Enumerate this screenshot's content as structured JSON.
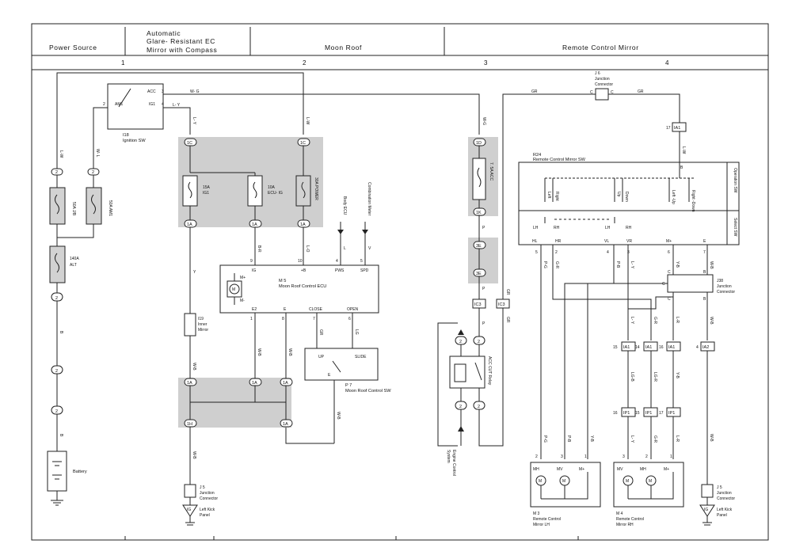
{
  "header": {
    "sections": [
      "Power Source",
      "Automatic",
      "Glare- Resistant EC",
      "Mirror with Compass",
      "Moon Roof",
      "Remote Control Mirror"
    ],
    "columns": [
      "1",
      "2",
      "3",
      "4"
    ]
  },
  "components": {
    "ignition_sw": {
      "name": "I18",
      "desc": "Ignition SW",
      "pins": [
        "ACC",
        "AM1",
        "IG1",
        "3",
        "2",
        "4"
      ]
    },
    "ig_fuse": {
      "rating": "15A",
      "name": "IG1"
    },
    "ecu_ig_fuse": {
      "rating": "10A",
      "name": "ECU- IG"
    },
    "power_fuse": {
      "rating": "30A POWER"
    },
    "acc_fuse": {
      "rating": "7. 5A ACC"
    },
    "am1_fuse": {
      "rating": "50A AM1"
    },
    "jb_fuse": {
      "rating": "50A J/B"
    },
    "alt_fuse": {
      "rating": "140A",
      "name": "ALT"
    },
    "battery": {
      "label": "Battery"
    },
    "inner_mirror": {
      "name": "I19",
      "desc1": "Inner",
      "desc2": "Mirror"
    },
    "moonroof_ecu": {
      "name": "M 5",
      "desc": "Moon Roof Control ECU",
      "pins": [
        "IG",
        "+B",
        "PWS",
        "SPD",
        "E2",
        "E",
        "CLOSE",
        "OPEN",
        "M+",
        "M-"
      ]
    },
    "moonroof_sw": {
      "name": "P 7",
      "desc": "Moon Roof Control SW",
      "pins": [
        "UP",
        "SLIDE",
        "E"
      ]
    },
    "acc_relay": {
      "desc": "ACC CUT Relay"
    },
    "engine_control": {
      "label1": "Engine Control",
      "label2": "System"
    },
    "body_ecu": {
      "label": "Body ECU"
    },
    "combination_meter": {
      "label": "Combination Meter"
    },
    "j6": {
      "name": "J 6",
      "desc1": "Junction",
      "desc2": "Connector"
    },
    "j38": {
      "name": "J38",
      "desc1": "Junction",
      "desc2": "Connector"
    },
    "j5_left": {
      "name": "J 5",
      "desc1": "Junction",
      "desc2": "Connector",
      "ground": "IG",
      "kick1": "Left Kick",
      "kick2": "Panel"
    },
    "j5_right": {
      "name": "J 5",
      "desc1": "Junction",
      "desc2": "Connector",
      "ground": "IG",
      "kick1": "Left Kick",
      "kick2": "Panel"
    },
    "mirror_sw": {
      "name": "R24",
      "desc": "Remote Control Mirror SW",
      "op_label": "Operation SW",
      "sel_label": "Select SW",
      "op_pos": [
        "Left",
        "Right",
        "Up",
        "Down",
        "Left -Up",
        "Right -Down"
      ],
      "sel_pins": [
        "LH",
        "RH",
        "LH",
        "RH"
      ],
      "terms": [
        "HL",
        "HR",
        "VL",
        "VR",
        "M+",
        "E"
      ]
    },
    "mirror_lh": {
      "name": "M 3",
      "desc1": "Remote Control",
      "desc2": "Mirror LH",
      "pins": [
        "MH",
        "MV",
        "M+"
      ]
    },
    "mirror_rh": {
      "name": "M 4",
      "desc1": "Remote Control",
      "desc2": "Mirror RH",
      "pins": [
        "MV",
        "MH",
        "M+"
      ]
    }
  },
  "wire_colors": [
    "W- G",
    "L- Y",
    "L-W",
    "W- L",
    "B",
    "B-R",
    "L-O",
    "L",
    "V",
    "Y",
    "W-B",
    "GR",
    "LG",
    "P",
    "P-G",
    "G-R",
    "P-B",
    "Y-B",
    "L-R",
    "LG-B",
    "LG-R",
    "L- Y",
    "G-R"
  ],
  "connectors": [
    "1C",
    "1A",
    "1D",
    "1K",
    "3E",
    "IC3",
    "1H",
    "IA1",
    "IA2",
    "IP1"
  ]
}
